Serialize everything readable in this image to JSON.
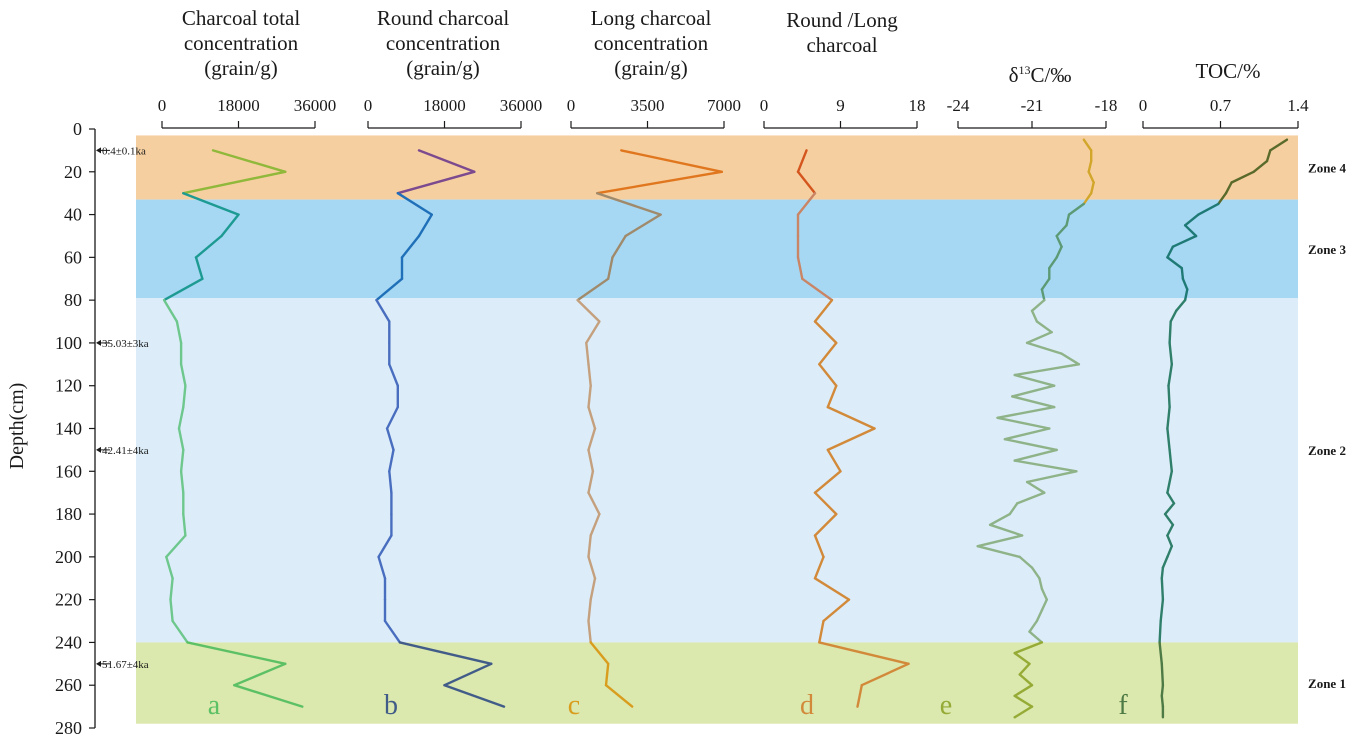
{
  "chart_data": {
    "type": "line",
    "y_axis": {
      "label": "Depth(cm)",
      "range": [
        0,
        280
      ],
      "ticks": [
        0,
        20,
        40,
        60,
        80,
        100,
        120,
        140,
        160,
        180,
        200,
        220,
        240,
        260,
        280
      ],
      "inverted": true
    },
    "zones": [
      {
        "name": "Zone 4",
        "from": 3,
        "to": 33,
        "color": "#f6cfa0"
      },
      {
        "name": "Zone 3",
        "from": 33,
        "to": 79,
        "color": "#a6d8f4"
      },
      {
        "name": "Zone 2",
        "from": 79,
        "to": 240,
        "color": "#dcedf9"
      },
      {
        "name": "Zone 1",
        "from": 240,
        "to": 278,
        "color": "#dbe8ae"
      }
    ],
    "ages": [
      {
        "depth": 10,
        "label": "0.4±0.1ka"
      },
      {
        "depth": 100,
        "label": "35.03±3ka"
      },
      {
        "depth": 150,
        "label": "42.41±4ka"
      },
      {
        "depth": 250,
        "label": "51.67±4ka"
      }
    ],
    "panels": [
      {
        "id": "a",
        "title": [
          "Charcoal total",
          "concentration",
          "(grain/g)"
        ],
        "xrange": [
          0,
          36000
        ],
        "ticks": [
          0,
          18000,
          36000
        ],
        "tick_labels": [
          "0",
          "18000",
          "36000"
        ],
        "colors": [
          "#90b83b",
          "#1d9a92",
          "#6ec78d",
          "#5cc064"
        ],
        "depth": [
          10,
          20,
          30,
          40,
          50,
          60,
          70,
          80,
          90,
          100,
          110,
          120,
          130,
          140,
          150,
          160,
          170,
          180,
          190,
          200,
          210,
          220,
          230,
          240,
          250,
          260,
          270
        ],
        "values": [
          12000,
          29000,
          5000,
          18000,
          14000,
          8000,
          9500,
          500,
          3500,
          4500,
          4500,
          5500,
          5000,
          4000,
          5000,
          4500,
          5000,
          5000,
          5500,
          1000,
          2500,
          2000,
          2500,
          6000,
          29000,
          17000,
          33000
        ]
      },
      {
        "id": "b",
        "title": [
          "Round charcoal",
          "concentration",
          "(grain/g)"
        ],
        "xrange": [
          0,
          36000
        ],
        "ticks": [
          0,
          18000,
          36000
        ],
        "tick_labels": [
          "0",
          "18000",
          "36000"
        ],
        "colors": [
          "#7c4a8f",
          "#1f70b8",
          "#4a6ebf",
          "#415c88"
        ],
        "depth": [
          10,
          20,
          30,
          40,
          50,
          60,
          70,
          80,
          90,
          100,
          110,
          120,
          130,
          140,
          150,
          160,
          170,
          180,
          190,
          200,
          210,
          220,
          230,
          240,
          250,
          260,
          270
        ],
        "values": [
          12000,
          25000,
          7000,
          15000,
          12000,
          8000,
          8000,
          2000,
          5000,
          5000,
          5000,
          7000,
          7000,
          4500,
          6000,
          5000,
          5500,
          5500,
          5500,
          2500,
          4000,
          4000,
          4000,
          7500,
          29000,
          18000,
          32000
        ]
      },
      {
        "id": "c",
        "title": [
          "Long charcoal",
          "concentration",
          "(grain/g)"
        ],
        "xrange": [
          0,
          7000
        ],
        "ticks": [
          0,
          3500,
          7000
        ],
        "tick_labels": [
          "0",
          "3500",
          "7000"
        ],
        "colors": [
          "#e0771f",
          "#a08a6c",
          "#c4a07e",
          "#d99d1e"
        ],
        "depth": [
          10,
          20,
          30,
          40,
          50,
          60,
          70,
          80,
          90,
          100,
          110,
          120,
          130,
          140,
          150,
          160,
          170,
          180,
          190,
          200,
          210,
          220,
          230,
          240,
          250,
          260,
          270
        ],
        "values": [
          2300,
          6900,
          1200,
          4100,
          2500,
          1900,
          1700,
          300,
          1300,
          700,
          800,
          900,
          800,
          1100,
          800,
          1000,
          800,
          1300,
          900,
          800,
          1100,
          900,
          800,
          900,
          1700,
          1600,
          2800
        ]
      },
      {
        "id": "d",
        "title": [
          "Round /Long",
          "charcoal"
        ],
        "xrange": [
          0,
          18
        ],
        "ticks": [
          0,
          9,
          18
        ],
        "tick_labels": [
          "0",
          "9",
          "18"
        ],
        "colors": [
          "#d4561e",
          "#c98565",
          "#d28a3a"
        ],
        "depth": [
          10,
          20,
          30,
          40,
          50,
          60,
          70,
          80,
          90,
          100,
          110,
          120,
          130,
          140,
          150,
          160,
          170,
          180,
          190,
          200,
          210,
          220,
          230,
          240,
          250,
          260,
          270
        ],
        "values": [
          5,
          4,
          6,
          4,
          4,
          4,
          4.5,
          8,
          6,
          8.5,
          6.5,
          8.5,
          7.5,
          13,
          7.5,
          9,
          6,
          8.5,
          6,
          7,
          6,
          10,
          7,
          6.5,
          17,
          11.5,
          11
        ]
      },
      {
        "id": "e",
        "title": [
          "δ13C/‰"
        ],
        "xrange": [
          -24,
          -18
        ],
        "ticks": [
          -24,
          -21,
          -18
        ],
        "tick_labels": [
          "-24",
          "-21",
          "-18"
        ],
        "colors": [
          "#d1a62b",
          "#5c9a75",
          "#8fb388",
          "#95ab35"
        ],
        "depth": [
          5,
          10,
          15,
          20,
          25,
          30,
          35,
          40,
          45,
          50,
          55,
          60,
          65,
          70,
          75,
          80,
          85,
          90,
          95,
          100,
          105,
          110,
          115,
          120,
          125,
          130,
          135,
          140,
          145,
          150,
          155,
          160,
          165,
          170,
          175,
          180,
          185,
          190,
          195,
          200,
          205,
          210,
          215,
          220,
          225,
          230,
          235,
          240,
          245,
          250,
          255,
          260,
          265,
          270,
          275
        ],
        "values": [
          -18.9,
          -18.6,
          -18.6,
          -18.7,
          -18.5,
          -18.6,
          -18.9,
          -19.5,
          -19.6,
          -20,
          -19.8,
          -20,
          -20.3,
          -20.3,
          -20.6,
          -20.5,
          -21,
          -20.8,
          -20.2,
          -21.2,
          -19.8,
          -19.1,
          -21.7,
          -20.1,
          -21.8,
          -20.1,
          -22.4,
          -20.3,
          -22.1,
          -20,
          -21.7,
          -19.2,
          -21.2,
          -20.5,
          -21.6,
          -21.9,
          -22.7,
          -21.4,
          -23.2,
          -21.5,
          -21,
          -20.7,
          -20.6,
          -20.4,
          -20.6,
          -20.8,
          -21.1,
          -20.6,
          -21.7,
          -21.1,
          -21.5,
          -21,
          -21.7,
          -21,
          -21.7
        ]
      },
      {
        "id": "f",
        "title": [
          "TOC/%"
        ],
        "xrange": [
          0,
          1.4
        ],
        "ticks": [
          0,
          0.7,
          1.4
        ],
        "tick_labels": [
          "0",
          "0.7",
          "1.4"
        ],
        "colors": [
          "#5a6a2a",
          "#1f7a76",
          "#2f7f6a",
          "#4d7a45"
        ],
        "depth": [
          5,
          10,
          15,
          20,
          25,
          30,
          35,
          40,
          45,
          50,
          55,
          60,
          65,
          70,
          75,
          80,
          85,
          90,
          100,
          110,
          120,
          130,
          140,
          150,
          160,
          170,
          175,
          180,
          185,
          190,
          195,
          200,
          205,
          210,
          220,
          230,
          240,
          250,
          260,
          265,
          270,
          275
        ],
        "values": [
          1.3,
          1.15,
          1.12,
          1.0,
          0.8,
          0.75,
          0.68,
          0.5,
          0.38,
          0.48,
          0.27,
          0.22,
          0.35,
          0.36,
          0.4,
          0.38,
          0.3,
          0.25,
          0.24,
          0.26,
          0.23,
          0.24,
          0.22,
          0.24,
          0.26,
          0.22,
          0.28,
          0.2,
          0.27,
          0.22,
          0.26,
          0.22,
          0.18,
          0.17,
          0.18,
          0.16,
          0.15,
          0.17,
          0.18,
          0.17,
          0.18,
          0.18
        ]
      }
    ]
  }
}
